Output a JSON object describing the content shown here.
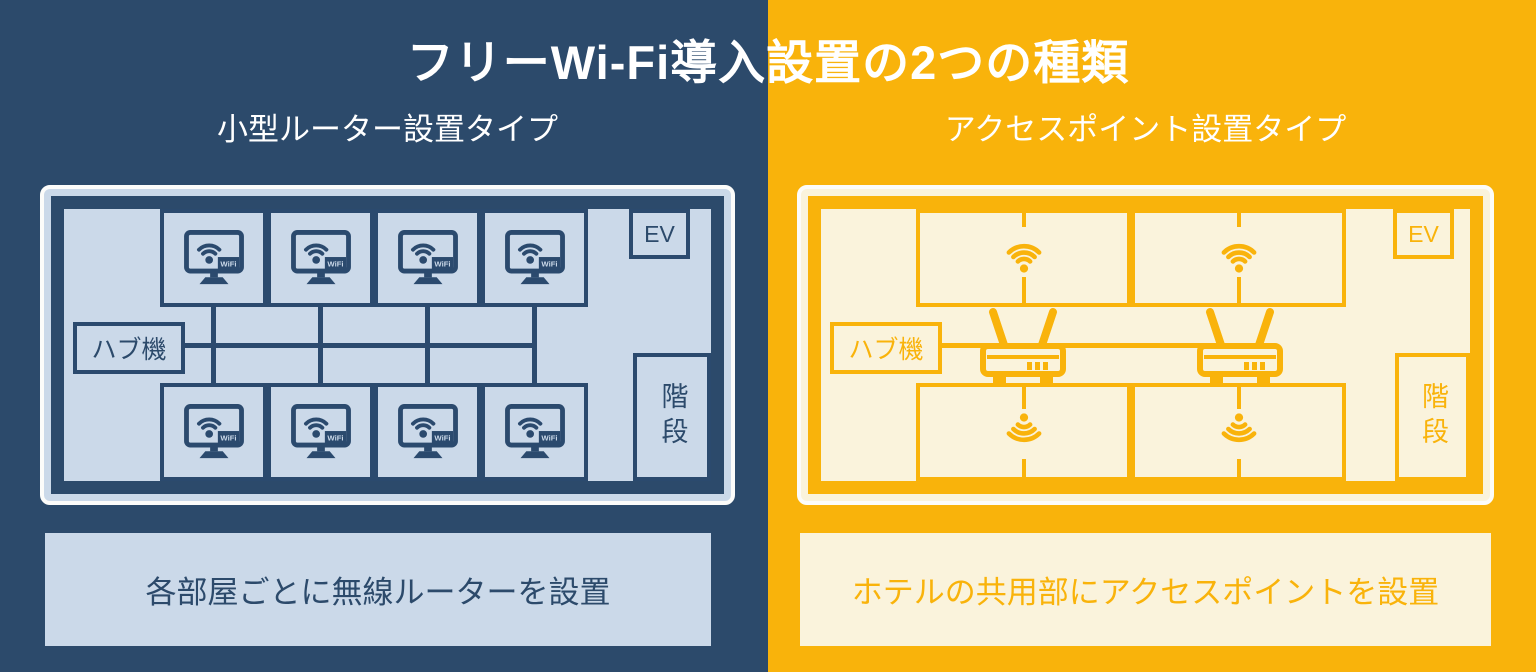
{
  "title": "フリーWi-Fi導入設置の2つの種類",
  "colors": {
    "left_background": "#2C4A6B",
    "right_background": "#F9B30B",
    "left_panel_fill": "#CBD9E9",
    "right_panel_fill": "#FAF3DC",
    "line_navy": "#2B4A6E",
    "line_gold": "#F9B30B",
    "title_text": "#FFFFFF"
  },
  "left_panel": {
    "subtitle": "小型ルーター設置タイプ",
    "caption": "各部屋ごとに無線ルーターを設置",
    "hub_label": "ハブ機",
    "elevator_label": "EV",
    "stairs_label": "階段",
    "wifi_tag": "WiFi",
    "room_count": 8
  },
  "right_panel": {
    "subtitle": "アクセスポイント設置タイプ",
    "caption": "ホテルの共用部にアクセスポイントを設置",
    "hub_label": "ハブ機",
    "elevator_label": "EV",
    "stairs_label": "階段",
    "access_point_count": 2
  },
  "icons": {
    "monitor_wifi": "monitor screen with wifi arcs and WiFi tag",
    "wifi_signal": "three-arc wifi signal with dot",
    "access_point": "router box with two antennas"
  }
}
